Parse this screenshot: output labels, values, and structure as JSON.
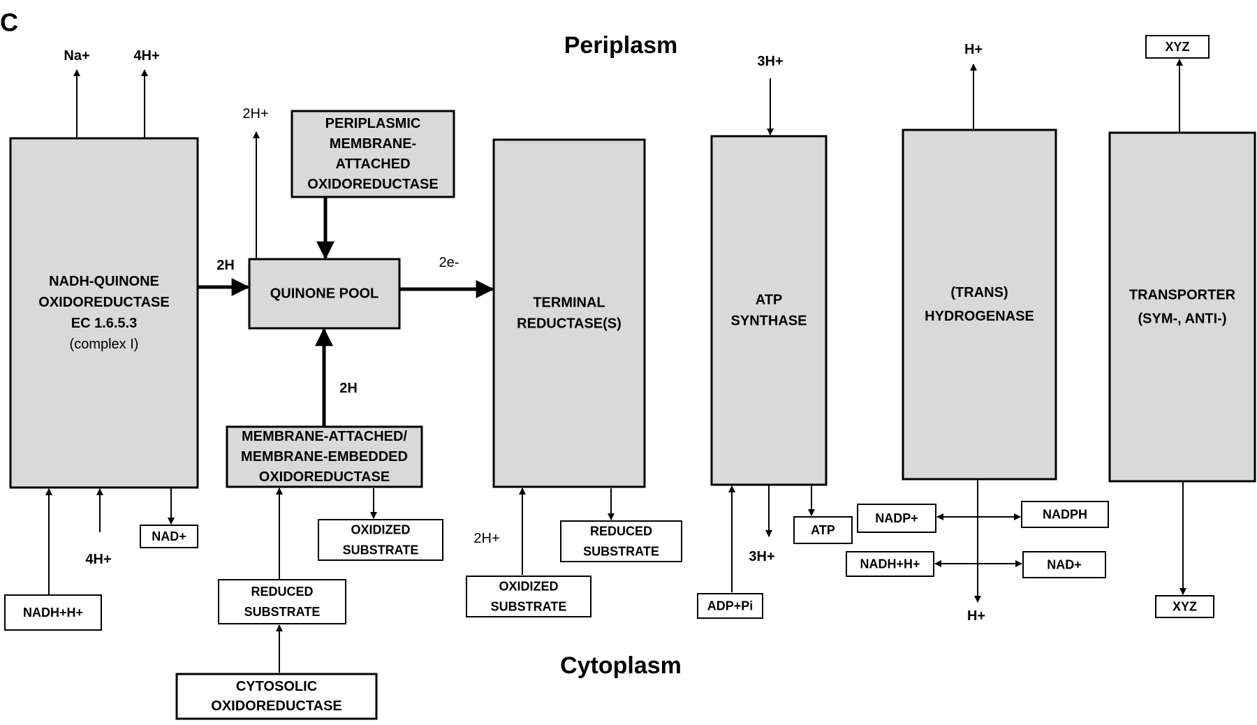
{
  "panel_label": "C",
  "regions": {
    "top": "Periplasm",
    "bottom": "Cytoplasm"
  },
  "boxes": {
    "nadh": [
      "NADH-QUINONE",
      "OXIDOREDUCTASE",
      "EC 1.6.5.3",
      "(complex I)"
    ],
    "peri": [
      "PERIPLASMIC",
      "MEMBRANE-",
      "ATTACHED",
      "OXIDOREDUCTASE"
    ],
    "quinone": [
      "QUINONE POOL"
    ],
    "membr": [
      "MEMBRANE-ATTACHED/",
      "MEMBRANE-EMBEDDED",
      "OXIDOREDUCTASE"
    ],
    "terminal": [
      "TERMINAL",
      "REDUCTASE(S)"
    ],
    "atp": [
      "ATP",
      "SYNTHASE"
    ],
    "hydro": [
      "(TRANS)",
      "HYDROGENASE"
    ],
    "transp": [
      "TRANSPORTER",
      "(SYM-, ANTI-)"
    ],
    "cytosolic": [
      "CYTOSOLIC",
      "OXIDOREDUCTASE"
    ]
  },
  "small_boxes": {
    "nad_plus_1": [
      "NAD+"
    ],
    "nadhh_1": [
      "NADH+H+"
    ],
    "oxidized_1": [
      "OXIDIZED",
      "SUBSTRATE"
    ],
    "reduced_1": [
      "REDUCED",
      "SUBSTRATE"
    ],
    "reduced_2": [
      "REDUCED",
      "SUBSTRATE"
    ],
    "oxidized_2": [
      "OXIDIZED",
      "SUBSTRATE"
    ],
    "atp_out": [
      "ATP"
    ],
    "adppi": [
      "ADP+Pi"
    ],
    "nadp": [
      "NADP+"
    ],
    "nadph": [
      "NADPH"
    ],
    "nadhh_2": [
      "NADH+H+"
    ],
    "nad_plus_2": [
      "NAD+"
    ],
    "xyz_top": [
      "XYZ"
    ],
    "xyz_bottom": [
      "XYZ"
    ]
  },
  "labels": {
    "na_plus": "Na+",
    "four_h_top": "4H+",
    "two_h_plus": "2H+",
    "two_h_left": "2H",
    "two_e": "2e-",
    "two_h_mid": "2H",
    "four_h_bottom": "4H+",
    "two_h_plus_bottom": "2H+",
    "three_h_top": "3H+",
    "three_h_bottom": "3H+",
    "h_top": "H+",
    "h_bottom": "H+"
  }
}
